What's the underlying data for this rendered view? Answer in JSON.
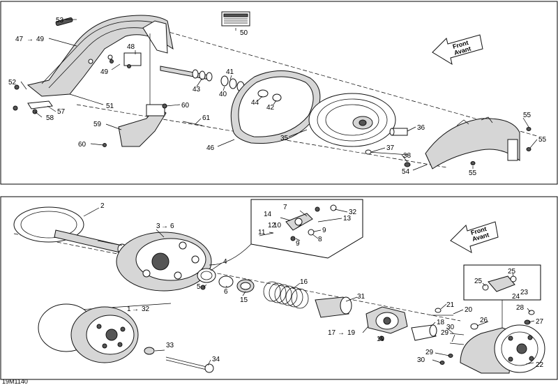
{
  "panels": {
    "top": {
      "callouts": {
        "c53": "53",
        "c47": "47",
        "c49a": "49",
        "c48": "48",
        "c49b": "49",
        "c50": "50",
        "c52": "52",
        "c51": "51",
        "c57": "57",
        "c58": "58",
        "c60a": "60",
        "c61": "61",
        "c59": "59",
        "c60b": "60",
        "c43": "43",
        "c41": "41",
        "c40": "40",
        "c44": "44",
        "c42": "42",
        "c46": "46",
        "c35": "35",
        "c36": "36",
        "c37": "37",
        "c38": "38",
        "c54": "54",
        "c55a": "55",
        "c55b": "55",
        "c55c": "55"
      },
      "front_label": {
        "line1": "Front",
        "line2": "Avant"
      }
    },
    "bottom": {
      "callouts": {
        "c2": "2",
        "c3": "3",
        "c6": "6",
        "c4": "4",
        "c5": "5",
        "c6b": "6",
        "c15": "15",
        "c16": "16",
        "c31": "31",
        "c1": "1",
        "c32": "32",
        "c33": "33",
        "c34": "34",
        "c7": "7",
        "c14": "14",
        "c32b": "32",
        "c13": "13",
        "c12": "12",
        "c10": "10",
        "c11": "11",
        "c9a": "9",
        "c9b": "9",
        "c8": "8",
        "c21": "21",
        "c20": "20",
        "c17": "17",
        "c19": "19",
        "c19b": "19",
        "c18": "18",
        "c30a": "30",
        "c29a": "29",
        "c29b": "29",
        "c30b": "30",
        "c26": "26",
        "c28": "28",
        "c27": "27",
        "c25a": "25",
        "c25b": "25",
        "c23": "23",
        "c24": "24",
        "c22": "22"
      },
      "front_label": {
        "line1": "Front",
        "line2": "Avant"
      }
    }
  },
  "drawing_code": "19M1140"
}
